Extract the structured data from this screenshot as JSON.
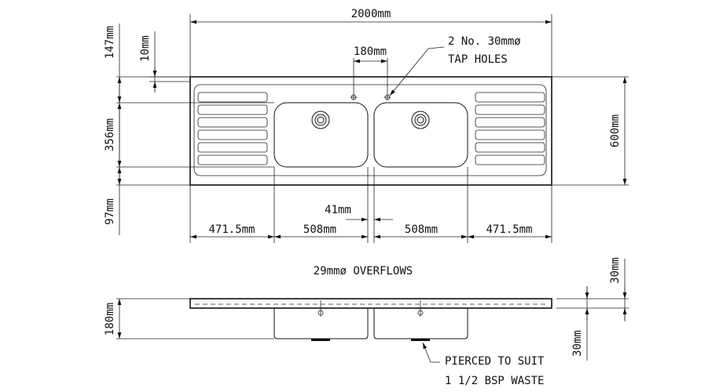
{
  "dimensions": {
    "overall_length": "2000mm",
    "tap_spacing": "180mm",
    "tap_holes_line1": "2 No. 30mmø",
    "tap_holes_line2": "TAP HOLES",
    "rear_upstand": "147mm",
    "upstand_gap": "10mm",
    "bowl_depth": "356mm",
    "front_edge": "97mm",
    "overall_width": "600mm",
    "drainer_left": "471.5mm",
    "bowl_left": "508mm",
    "bowl_gap": "41mm",
    "bowl_right": "508mm",
    "drainer_right": "471.5mm",
    "overflows": "29mmø OVERFLOWS",
    "side_bowl_depth": "180mm",
    "top_thickness": "30mm",
    "waste_height": "30mm",
    "waste_line1": "PIERCED TO SUIT",
    "waste_line2": "1 1/2 BSP WASTE"
  }
}
